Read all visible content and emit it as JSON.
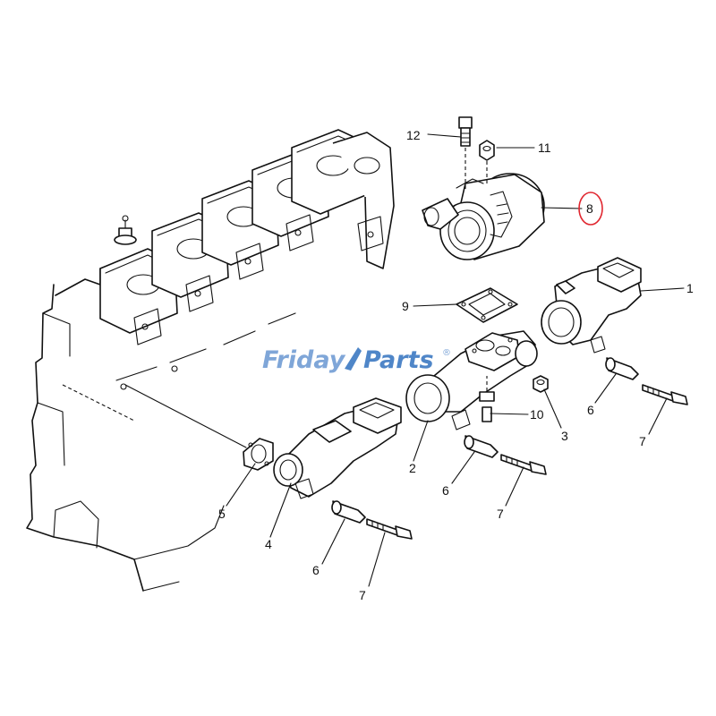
{
  "watermark": {
    "part1": "Friday",
    "part2": "Parts",
    "registered": "®",
    "color_light": "#7fa6d8",
    "color_dark": "#4f86c8"
  },
  "callouts": [
    {
      "id": "1",
      "text": "1"
    },
    {
      "id": "2",
      "text": "2"
    },
    {
      "id": "3",
      "text": "3"
    },
    {
      "id": "4",
      "text": "4"
    },
    {
      "id": "5",
      "text": "5"
    },
    {
      "id": "6a",
      "text": "6"
    },
    {
      "id": "6b",
      "text": "6"
    },
    {
      "id": "6c",
      "text": "6"
    },
    {
      "id": "7a",
      "text": "7"
    },
    {
      "id": "7b",
      "text": "7"
    },
    {
      "id": "7c",
      "text": "7"
    },
    {
      "id": "8",
      "text": "8",
      "highlighted": true
    },
    {
      "id": "9",
      "text": "9"
    },
    {
      "id": "10",
      "text": "10"
    },
    {
      "id": "11",
      "text": "11"
    },
    {
      "id": "12",
      "text": "12"
    }
  ],
  "highlight_color": "#e0262f"
}
